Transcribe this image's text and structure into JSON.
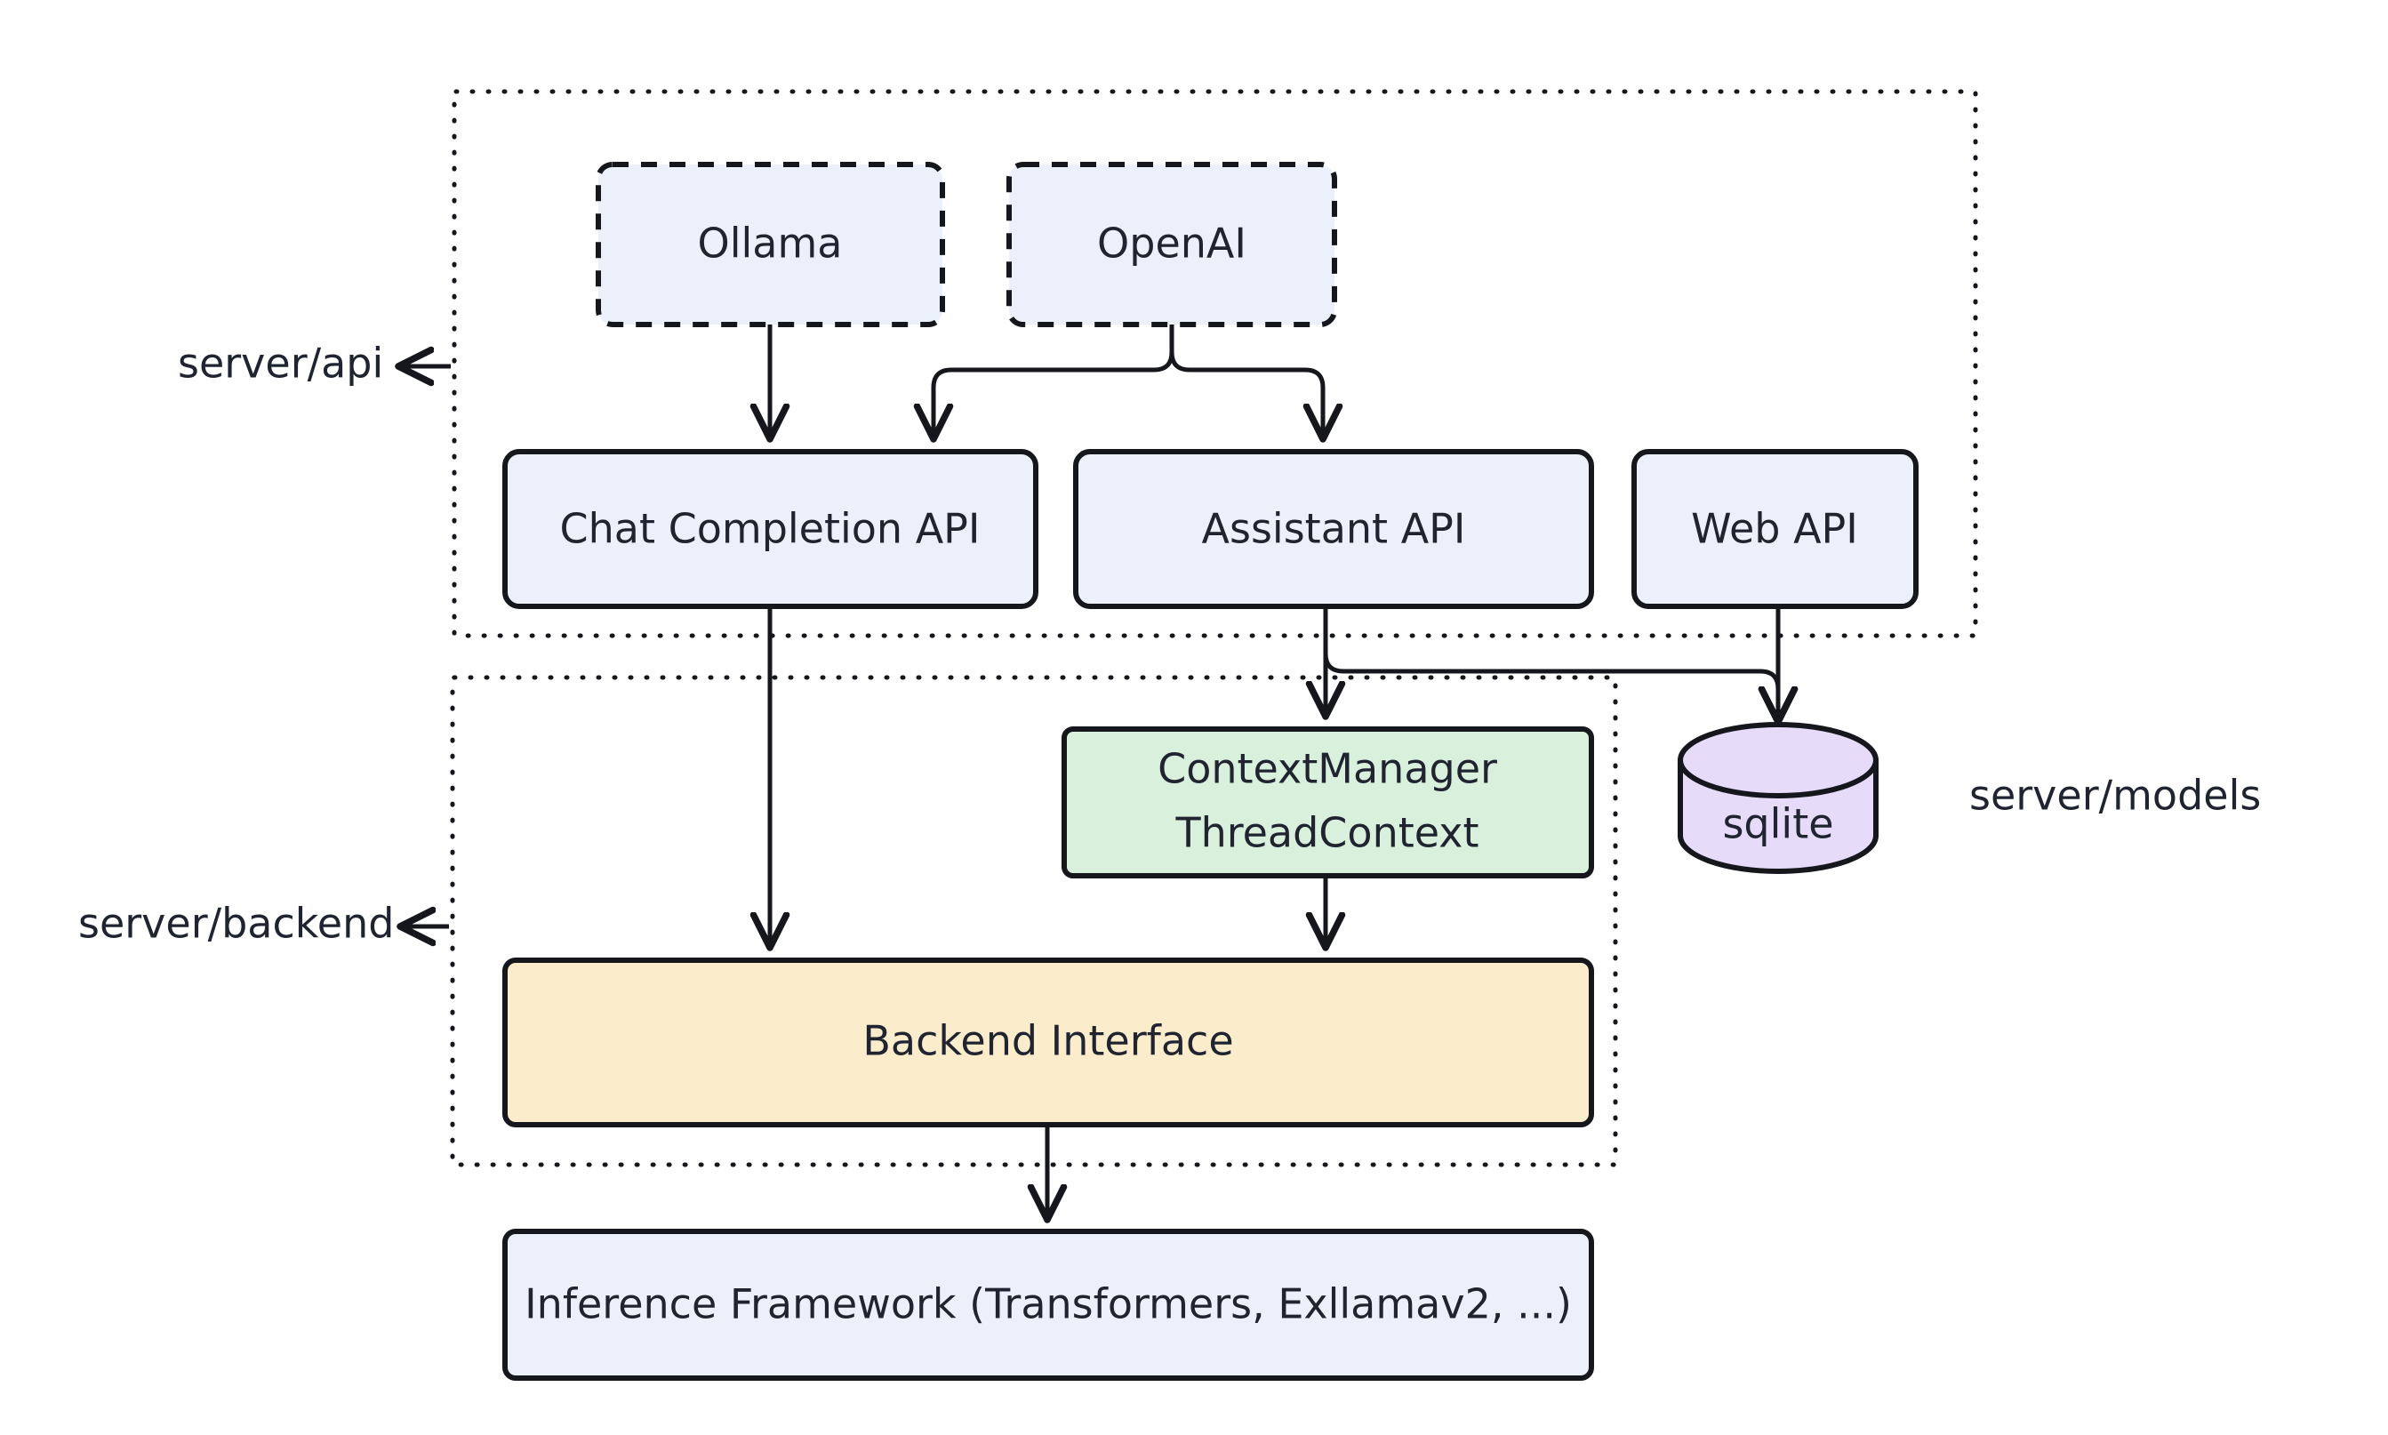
{
  "diagram": {
    "title": "Server architecture flow diagram",
    "background_color": "#ffffff",
    "stroke_color": "#15171c",
    "text_color": "#1f2430",
    "groups": [
      {
        "id": "api",
        "label": "server/api",
        "border_style": "dotted",
        "label_has_arrow": true
      },
      {
        "id": "backend",
        "label": "server/backend",
        "border_style": "dotted",
        "label_has_arrow": true
      },
      {
        "id": "models",
        "label": "server/models",
        "border_style": "none",
        "label_has_arrow": false
      }
    ],
    "nodes": [
      {
        "id": "ollama",
        "label": "Ollama",
        "shape": "rounded-rect",
        "border_style": "dashed",
        "fill": "#ecf0fa",
        "group": "api"
      },
      {
        "id": "openai",
        "label": "OpenAI",
        "shape": "rounded-rect",
        "border_style": "dashed",
        "fill": "#ecf0fa",
        "group": "api"
      },
      {
        "id": "chat_completion_api",
        "label": "Chat Completion API",
        "shape": "rounded-rect",
        "border_style": "solid",
        "fill": "#ecf0fa",
        "group": "api"
      },
      {
        "id": "assistant_api",
        "label": "Assistant API",
        "shape": "rounded-rect",
        "border_style": "solid",
        "fill": "#ecf0fa",
        "group": "api"
      },
      {
        "id": "web_api",
        "label": "Web API",
        "shape": "rounded-rect",
        "border_style": "solid",
        "fill": "#ecf0fa",
        "group": "api"
      },
      {
        "id": "context_manager",
        "label_line1": "ContextManager",
        "label_line2": "ThreadContext",
        "shape": "rounded-rect",
        "border_style": "solid",
        "fill": "#d8f0dc",
        "group": "backend"
      },
      {
        "id": "sqlite",
        "label": "sqlite",
        "shape": "cylinder",
        "border_style": "solid",
        "fill": "#e6dcfa",
        "group": "models"
      },
      {
        "id": "backend_interface",
        "label": "Backend Interface",
        "shape": "rounded-rect",
        "border_style": "solid",
        "fill": "#fbeccc",
        "group": "backend"
      },
      {
        "id": "inference_framework",
        "label": "Inference Framework (Transformers, Exllamav2, ...)",
        "shape": "rounded-rect",
        "border_style": "solid",
        "fill": "#ecf0fa",
        "group": "none"
      }
    ],
    "edges": [
      {
        "from": "ollama",
        "to": "chat_completion_api"
      },
      {
        "from": "openai",
        "to": "chat_completion_api"
      },
      {
        "from": "openai",
        "to": "assistant_api"
      },
      {
        "from": "chat_completion_api",
        "to": "backend_interface"
      },
      {
        "from": "assistant_api",
        "to": "context_manager"
      },
      {
        "from": "assistant_api",
        "to": "sqlite"
      },
      {
        "from": "web_api",
        "to": "sqlite"
      },
      {
        "from": "context_manager",
        "to": "backend_interface"
      },
      {
        "from": "backend_interface",
        "to": "inference_framework"
      }
    ]
  }
}
